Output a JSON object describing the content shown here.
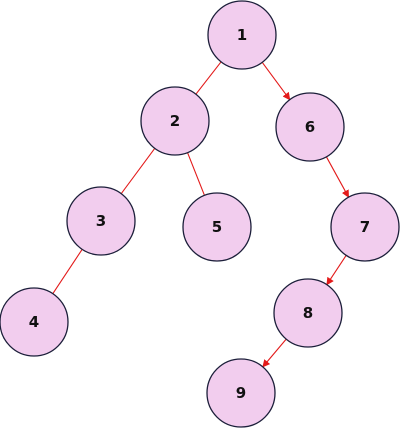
{
  "diagram": {
    "type": "binary-tree",
    "colors": {
      "node_fill": "#f2cdee",
      "node_stroke": "#1c1f3a",
      "edge": "#e31a1a",
      "label": "#111111",
      "background": "#ffffff"
    },
    "nodes": [
      {
        "id": "n1",
        "label": "1"
      },
      {
        "id": "n2",
        "label": "2"
      },
      {
        "id": "n6",
        "label": "6"
      },
      {
        "id": "n3",
        "label": "3"
      },
      {
        "id": "n5",
        "label": "5"
      },
      {
        "id": "n7",
        "label": "7"
      },
      {
        "id": "n4",
        "label": "4"
      },
      {
        "id": "n8",
        "label": "8"
      },
      {
        "id": "n9",
        "label": "9"
      }
    ],
    "edges": [
      {
        "from": "n1",
        "to": "n2",
        "arrow": false
      },
      {
        "from": "n1",
        "to": "n6",
        "arrow": true
      },
      {
        "from": "n2",
        "to": "n3",
        "arrow": false
      },
      {
        "from": "n2",
        "to": "n5",
        "arrow": false
      },
      {
        "from": "n3",
        "to": "n4",
        "arrow": false
      },
      {
        "from": "n6",
        "to": "n7",
        "arrow": true
      },
      {
        "from": "n7",
        "to": "n8",
        "arrow": true
      },
      {
        "from": "n8",
        "to": "n9",
        "arrow": true
      }
    ]
  }
}
